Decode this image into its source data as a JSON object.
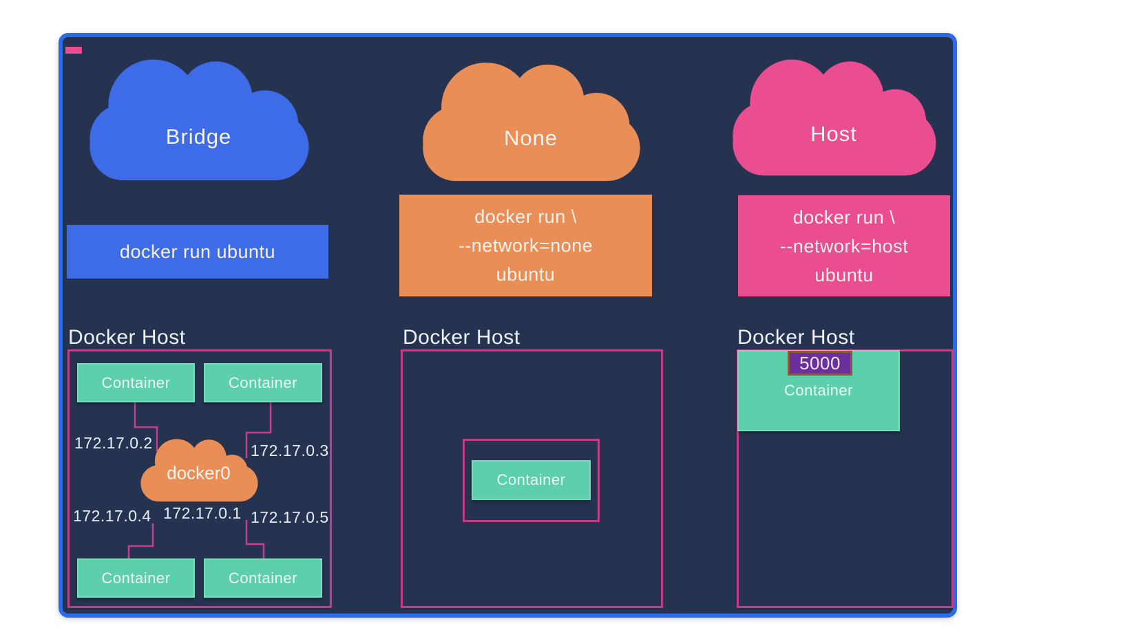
{
  "slide": {
    "accent_color": "#ea4d90",
    "background_color": "#263350",
    "border_color": "#2b6be6"
  },
  "bridge": {
    "cloud_label": "Bridge",
    "command": "docker run ubuntu",
    "host_label": "Docker Host",
    "container_labels": [
      "Container",
      "Container",
      "Container",
      "Container"
    ],
    "bridge_interface_label": "docker0",
    "ip_top_left": "172.17.0.2",
    "ip_top_right": "172.17.0.3",
    "ip_bottom_left": "172.17.0.4",
    "ip_gateway": "172.17.0.1",
    "ip_bottom_right": "172.17.0.5",
    "color": "#3e6be8"
  },
  "none": {
    "cloud_label": "None",
    "command_lines": [
      "docker run \\",
      "--network=none",
      "ubuntu"
    ],
    "host_label": "Docker Host",
    "container_label": "Container",
    "color": "#e98e57"
  },
  "host": {
    "cloud_label": "Host",
    "command_lines": [
      "docker run \\",
      "--network=host",
      "ubuntu"
    ],
    "host_label": "Docker Host",
    "container_label": "Container",
    "port_label": "5000",
    "port_color": "#6b2f9e",
    "color": "#ea4d90"
  }
}
